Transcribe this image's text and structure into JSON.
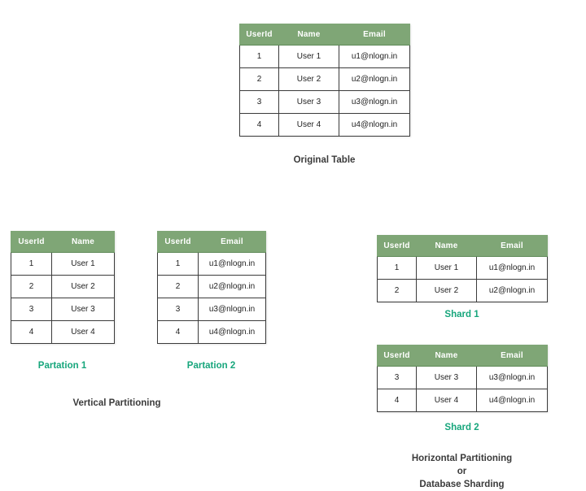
{
  "accent_color": "#17a67c",
  "header_color": "#7fa676",
  "text_color": "#3b3b3b",
  "columns": {
    "userid": "UserId",
    "name": "Name",
    "email": "Email"
  },
  "original": {
    "caption": "Original Table",
    "headers": [
      "UserId",
      "Name",
      "Email"
    ],
    "rows": [
      [
        "1",
        "User 1",
        "u1@nlogn.in"
      ],
      [
        "2",
        "User 2",
        "u2@nlogn.in"
      ],
      [
        "3",
        "User 3",
        "u3@nlogn.in"
      ],
      [
        "4",
        "User 4",
        "u4@nlogn.in"
      ]
    ]
  },
  "vertical": {
    "section_caption": "Vertical Partitioning",
    "partitions": [
      {
        "caption": "Partation 1",
        "headers": [
          "UserId",
          "Name"
        ],
        "rows": [
          [
            "1",
            "User 1"
          ],
          [
            "2",
            "User 2"
          ],
          [
            "3",
            "User 3"
          ],
          [
            "4",
            "User 4"
          ]
        ]
      },
      {
        "caption": "Partation 2",
        "headers": [
          "UserId",
          "Email"
        ],
        "rows": [
          [
            "1",
            "u1@nlogn.in"
          ],
          [
            "2",
            "u2@nlogn.in"
          ],
          [
            "3",
            "u3@nlogn.in"
          ],
          [
            "4",
            "u4@nlogn.in"
          ]
        ]
      }
    ]
  },
  "horizontal": {
    "section_caption": "Horizontal Partitioning\nor\nDatabase Sharding",
    "shards": [
      {
        "caption": "Shard 1",
        "headers": [
          "UserId",
          "Name",
          "Email"
        ],
        "rows": [
          [
            "1",
            "User 1",
            "u1@nlogn.in"
          ],
          [
            "2",
            "User 2",
            "u2@nlogn.in"
          ]
        ]
      },
      {
        "caption": "Shard 2",
        "headers": [
          "UserId",
          "Name",
          "Email"
        ],
        "rows": [
          [
            "3",
            "User 3",
            "u3@nlogn.in"
          ],
          [
            "4",
            "User 4",
            "u4@nlogn.in"
          ]
        ]
      }
    ]
  }
}
